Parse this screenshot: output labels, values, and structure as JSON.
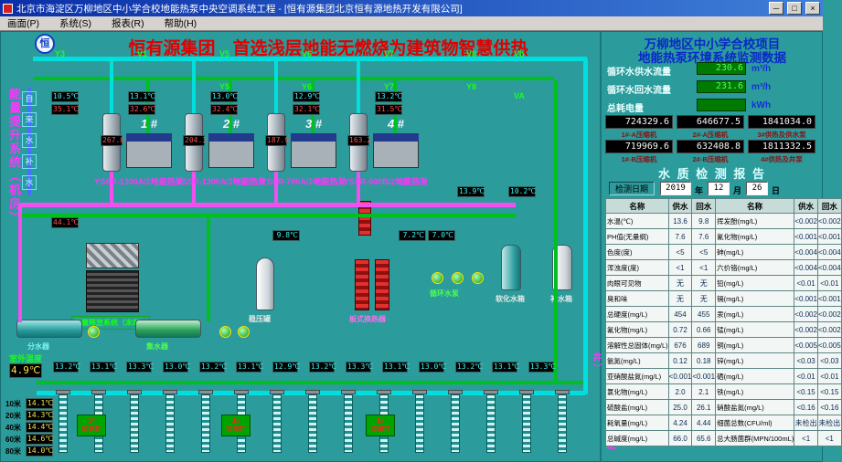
{
  "window": {
    "title": "北京市海淀区万柳地区中小学合校地能热泵中央空调系统工程 - [恒有源集团北京恒有源地热开发有限公司]",
    "menu": [
      "画面(P)",
      "系统(S)",
      "报表(R)",
      "帮助(H)"
    ]
  },
  "banner": {
    "logo": "恒",
    "left": "恒有源集团　首选浅层地能无燃烧为建筑物智慧供热",
    "right1": "万柳地区中小学合校项目",
    "right2": "地能热泵环境系统监测数据"
  },
  "flows": [
    {
      "label": "循环水供水流量",
      "value": "230.6",
      "unit": "m³/h"
    },
    {
      "label": "循环水回水流量",
      "value": "231.6",
      "unit": "m³/h"
    },
    {
      "label": "总耗电量",
      "value": "",
      "unit": "kWh"
    }
  ],
  "meters": [
    {
      "value": "724329.6",
      "label": "1#-A压缩机"
    },
    {
      "value": "646677.5",
      "label": "2#-A压缩机"
    },
    {
      "value": "1841034.0",
      "label": "3#供热及供水泵"
    },
    {
      "value": "719969.6",
      "label": "1#-B压缩机"
    },
    {
      "value": "632408.8",
      "label": "2#-B压缩机"
    },
    {
      "value": "1811332.5",
      "label": "4#供热及井泵"
    }
  ],
  "report": {
    "title": "水 质 检 测 报 告",
    "date_label": "检测日期",
    "year": "2019",
    "year_unit": "年",
    "month": "12",
    "month_unit": "月",
    "day": "26",
    "day_unit": "日",
    "headers": [
      "名称",
      "供水",
      "回水",
      "名称",
      "供水",
      "回水"
    ],
    "rows": [
      [
        "水温(℃)",
        "13.6",
        "9.8",
        "挥发酚(mg/L)",
        "<0.002",
        "<0.002"
      ],
      [
        "PH值(无量纲)",
        "7.6",
        "7.6",
        "氰化物(mg/L)",
        "<0.001",
        "<0.001"
      ],
      [
        "色度(度)",
        "<5",
        "<5",
        "砷(mg/L)",
        "<0.004",
        "<0.004"
      ],
      [
        "浑浊度(度)",
        "<1",
        "<1",
        "六价铬(mg/L)",
        "<0.004",
        "<0.004"
      ],
      [
        "肉眼可见物",
        "无",
        "无",
        "铅(mg/L)",
        "<0.01",
        "<0.01"
      ],
      [
        "臭和味",
        "无",
        "无",
        "镉(mg/L)",
        "<0.001",
        "<0.001"
      ],
      [
        "总硬度(mg/L)",
        "454",
        "455",
        "汞(mg/L)",
        "<0.002",
        "<0.002"
      ],
      [
        "氟化物(mg/L)",
        "0.72",
        "0.66",
        "锰(mg/L)",
        "<0.002",
        "<0.002"
      ],
      [
        "溶解性总固体(mg/L)",
        "676",
        "689",
        "铜(mg/L)",
        "<0.005",
        "<0.005"
      ],
      [
        "氨氮(mg/L)",
        "0.12",
        "0.18",
        "锌(mg/L)",
        "<0.03",
        "<0.03"
      ],
      [
        "亚硝酸盐氮(mg/L)",
        "<0.001",
        "<0.001",
        "硒(mg/L)",
        "<0.01",
        "<0.01"
      ],
      [
        "氯化物(mg/L)",
        "2.0",
        "2.1",
        "铁(mg/L)",
        "<0.15",
        "<0.15"
      ],
      [
        "硫酸盐(mg/L)",
        "25.0",
        "26.1",
        "硝酸盐氮(mg/L)",
        "<0.16",
        "<0.16"
      ],
      [
        "耗氧量(mg/L)",
        "4.24",
        "4.44",
        "细菌总数(CFU/ml)",
        "未检出",
        "未检出"
      ],
      [
        "总碱度(mg/L)",
        "66.0",
        "65.6",
        "总大肠菌群(MPN/100mL)",
        "<1",
        "<1"
      ]
    ]
  },
  "diagram": {
    "system_left": "能量提升系统（机房）",
    "system_right": "能量采集系统（地能井）",
    "system_end": "能量释放系统（末端）",
    "makeup_strip": [
      "自",
      "来",
      "水",
      "补",
      "水"
    ],
    "outdoor_label": "室外温度",
    "outdoor_value": "4.9℃",
    "units": [
      {
        "num": "1 #",
        "model": "YSSR-1300A/2地能热泵",
        "led": "267.0"
      },
      {
        "num": "2 #",
        "model": "YSSR-1300A/2地能热泵",
        "led": "204.3"
      },
      {
        "num": "3 #",
        "model": "YSSR-700A/2地能热泵",
        "led": "187.9"
      },
      {
        "num": "4 #",
        "model": "YSSR-600B/2地能热泵",
        "led": "163.2"
      }
    ],
    "valves": [
      "Y3",
      "V1",
      "V5",
      "V6",
      "V7",
      "V8",
      "Vb",
      "Y5",
      "Y6",
      "Y7",
      "Y8",
      "VA"
    ],
    "sensors": [
      {
        "v": "10.5℃",
        "k": "c"
      },
      {
        "v": "35.1℃",
        "k": "h"
      },
      {
        "v": "13.1℃",
        "k": "c"
      },
      {
        "v": "32.6℃",
        "k": "h"
      },
      {
        "v": "13.0℃",
        "k": "c"
      },
      {
        "v": "32.4℃",
        "k": "h"
      },
      {
        "v": "12.9℃",
        "k": "c"
      },
      {
        "v": "32.1℃",
        "k": "h"
      },
      {
        "v": "13.2℃",
        "k": "c"
      },
      {
        "v": "31.5℃",
        "k": "h"
      },
      {
        "v": "44.1℃",
        "k": "h"
      },
      {
        "v": "9.8℃",
        "k": "c"
      },
      {
        "v": "7.2℃",
        "k": "c"
      },
      {
        "v": "7.0℃",
        "k": "c"
      },
      {
        "v": "13.9℃",
        "k": "c"
      },
      {
        "v": "10.2℃",
        "k": "c"
      }
    ],
    "well_temps": [
      "13.2℃",
      "13.1℃",
      "13.3℃",
      "13.0℃",
      "13.2℃",
      "13.1℃",
      "12.9℃",
      "13.2℃",
      "13.3℃",
      "13.1℃",
      "13.0℃",
      "13.2℃",
      "13.1℃",
      "13.3℃"
    ],
    "depths": [
      {
        "depth": "10米",
        "temp": "14.1℃"
      },
      {
        "depth": "20米",
        "temp": "14.3℃"
      },
      {
        "depth": "40米",
        "temp": "14.4℃"
      },
      {
        "depth": "60米",
        "temp": "14.6℃"
      },
      {
        "depth": "80米",
        "temp": "14.0℃"
      }
    ],
    "monitor_wells": [
      "1#监测井",
      "2#监测井",
      "3#监测井"
    ],
    "equipment": {
      "distributor": "分水器",
      "collector": "集水器",
      "pressure_tank": "稳压罐",
      "plate_hx": "板式换热器",
      "circ_pump": "循环水泵",
      "soft_tank": "软化水箱",
      "makeup_tank": "补水箱"
    }
  }
}
